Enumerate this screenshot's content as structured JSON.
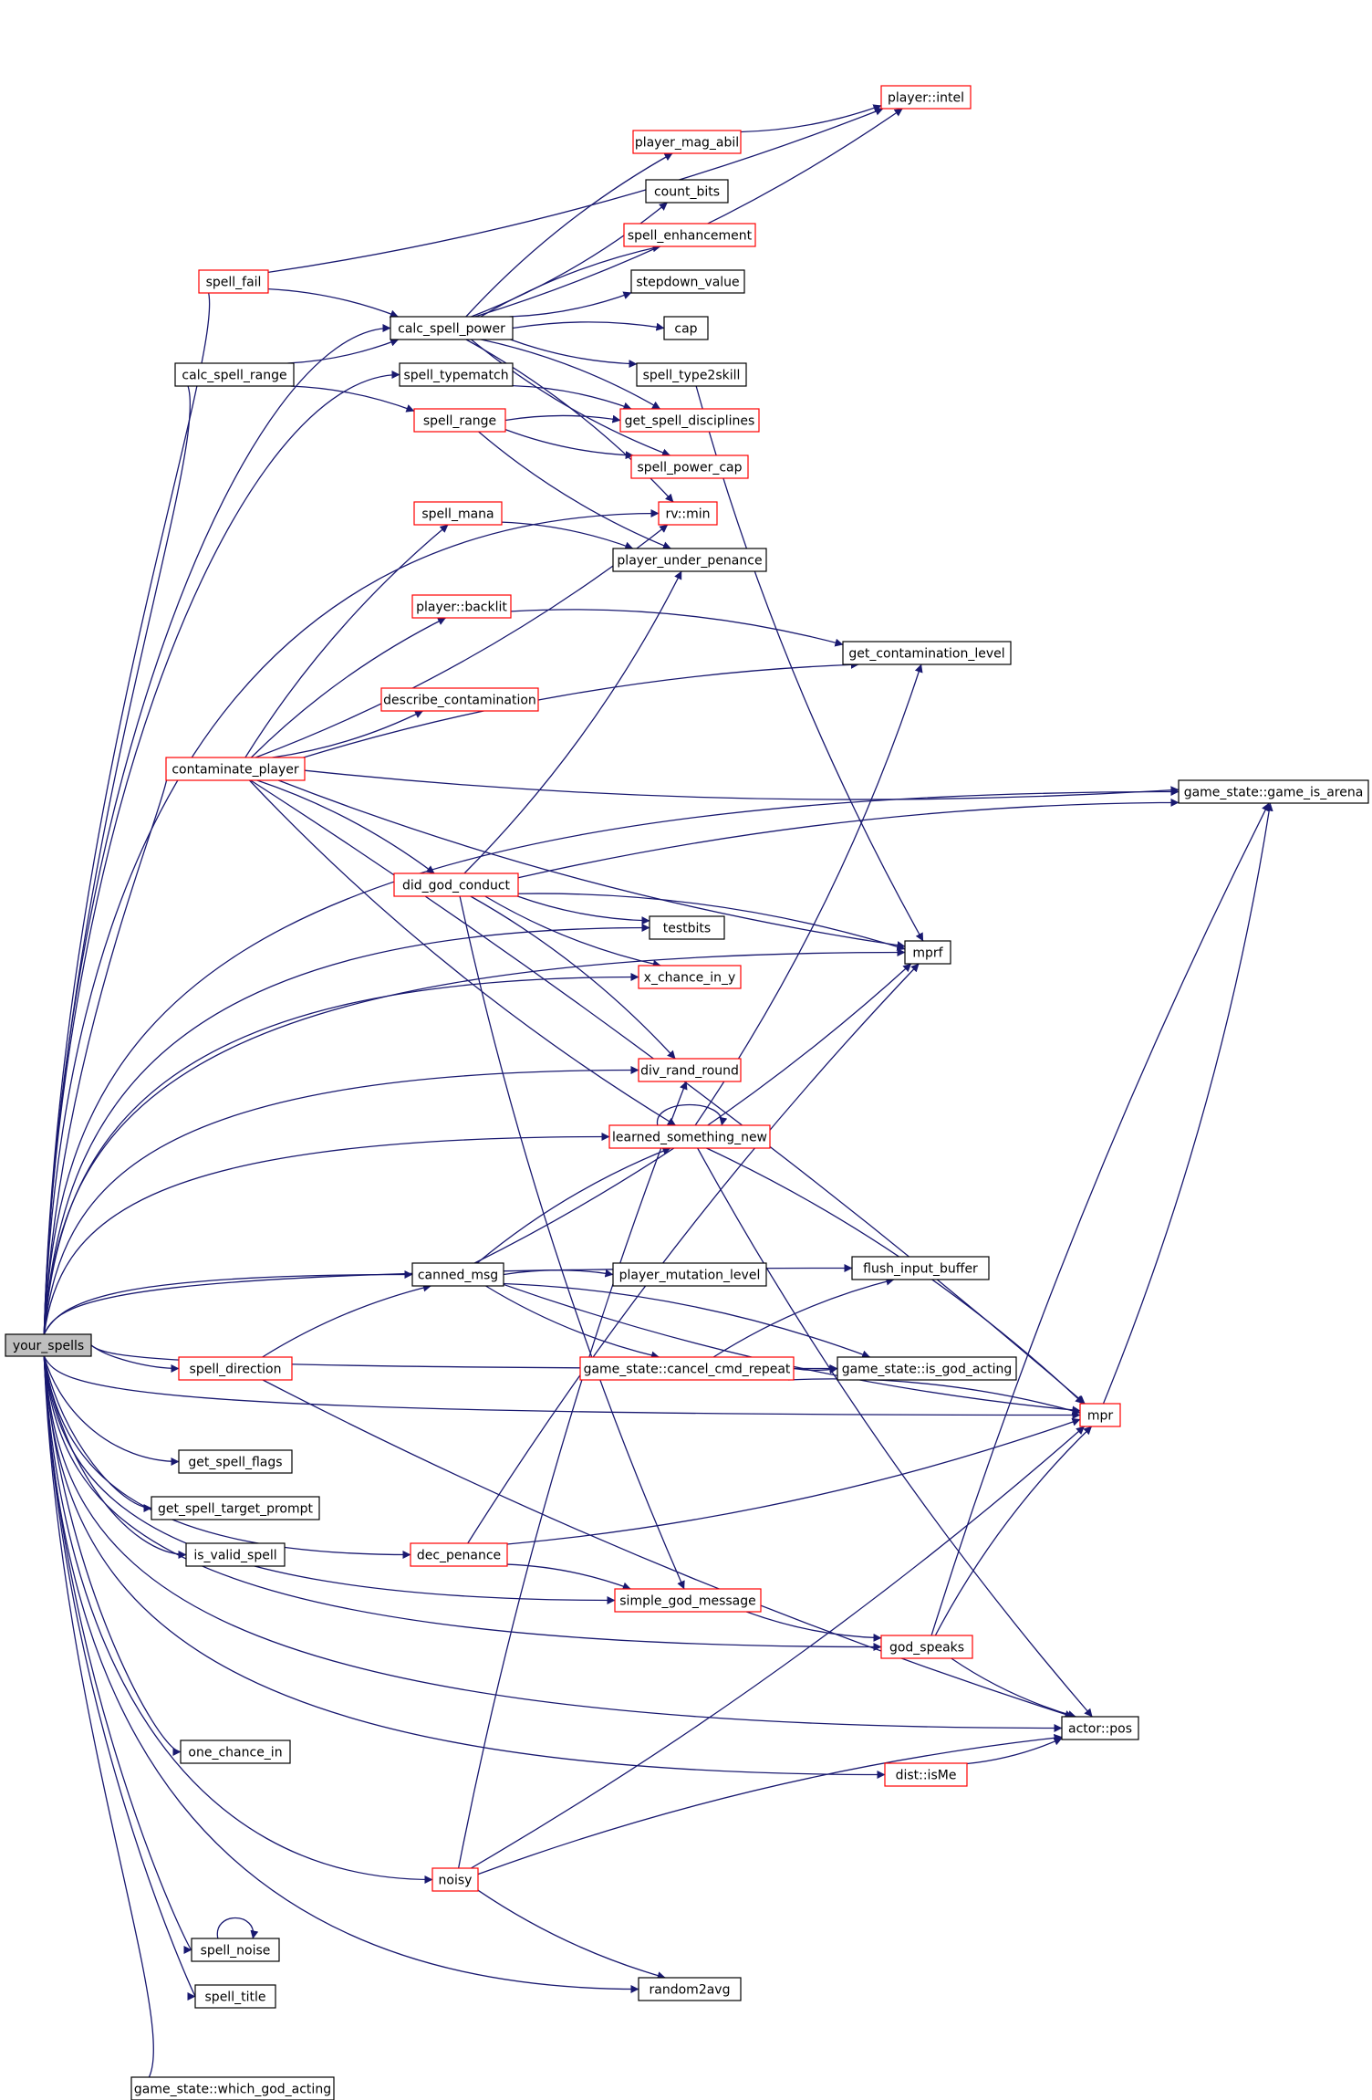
{
  "graph": {
    "title": "",
    "colors": {
      "edge": "#191970",
      "root_fill": "#bfbfbf",
      "linked_border": "#ff0000",
      "plain_border": "#000000",
      "text": "#000000"
    },
    "nodes": [
      {
        "id": "your_spells",
        "label": "your_spells",
        "kind": "root"
      },
      {
        "id": "spell_fail",
        "label": "spell_fail",
        "kind": "red"
      },
      {
        "id": "calc_spell_range",
        "label": "calc_spell_range",
        "kind": "black"
      },
      {
        "id": "calc_spell_power",
        "label": "calc_spell_power",
        "kind": "black"
      },
      {
        "id": "spell_typematch",
        "label": "spell_typematch",
        "kind": "black"
      },
      {
        "id": "spell_range",
        "label": "spell_range",
        "kind": "red"
      },
      {
        "id": "spell_mana",
        "label": "spell_mana",
        "kind": "red"
      },
      {
        "id": "player_intel",
        "label": "player::intel",
        "kind": "red"
      },
      {
        "id": "player_mag_abil",
        "label": "player_mag_abil",
        "kind": "red"
      },
      {
        "id": "count_bits",
        "label": "count_bits",
        "kind": "black"
      },
      {
        "id": "spell_enhancement",
        "label": "spell_enhancement",
        "kind": "red"
      },
      {
        "id": "stepdown_value",
        "label": "stepdown_value",
        "kind": "black"
      },
      {
        "id": "cap",
        "label": "cap",
        "kind": "black"
      },
      {
        "id": "spell_type2skill",
        "label": "spell_type2skill",
        "kind": "black"
      },
      {
        "id": "get_spell_disciplines",
        "label": "get_spell_disciplines",
        "kind": "red"
      },
      {
        "id": "spell_power_cap",
        "label": "spell_power_cap",
        "kind": "red"
      },
      {
        "id": "rv_min",
        "label": "rv::min",
        "kind": "red"
      },
      {
        "id": "player_under_penance",
        "label": "player_under_penance",
        "kind": "black"
      },
      {
        "id": "player_backlit",
        "label": "player::backlit",
        "kind": "red"
      },
      {
        "id": "get_contamination_level",
        "label": "get_contamination_level",
        "kind": "black"
      },
      {
        "id": "describe_contamination",
        "label": "describe_contamination",
        "kind": "red"
      },
      {
        "id": "contaminate_player",
        "label": "contaminate_player",
        "kind": "red"
      },
      {
        "id": "game_is_arena",
        "label": "game_state::game_is_arena",
        "kind": "black"
      },
      {
        "id": "did_god_conduct",
        "label": "did_god_conduct",
        "kind": "red"
      },
      {
        "id": "testbits",
        "label": "testbits",
        "kind": "black"
      },
      {
        "id": "mprf",
        "label": "mprf",
        "kind": "black"
      },
      {
        "id": "x_chance_in_y",
        "label": "x_chance_in_y",
        "kind": "red"
      },
      {
        "id": "div_rand_round",
        "label": "div_rand_round",
        "kind": "red"
      },
      {
        "id": "learned_something_new",
        "label": "learned_something_new",
        "kind": "red"
      },
      {
        "id": "canned_msg",
        "label": "canned_msg",
        "kind": "black"
      },
      {
        "id": "flush_input_buffer",
        "label": "flush_input_buffer",
        "kind": "black"
      },
      {
        "id": "player_mutation_level",
        "label": "player_mutation_level",
        "kind": "black"
      },
      {
        "id": "spell_direction",
        "label": "spell_direction",
        "kind": "red"
      },
      {
        "id": "cancel_cmd_repeat",
        "label": "game_state::cancel_cmd_repeat",
        "kind": "red"
      },
      {
        "id": "is_god_acting",
        "label": "game_state::is_god_acting",
        "kind": "black"
      },
      {
        "id": "mpr",
        "label": "mpr",
        "kind": "red"
      },
      {
        "id": "get_spell_flags",
        "label": "get_spell_flags",
        "kind": "black"
      },
      {
        "id": "get_spell_target_prompt",
        "label": "get_spell_target_prompt",
        "kind": "black"
      },
      {
        "id": "is_valid_spell",
        "label": "is_valid_spell",
        "kind": "black"
      },
      {
        "id": "dec_penance",
        "label": "dec_penance",
        "kind": "red"
      },
      {
        "id": "simple_god_message",
        "label": "simple_god_message",
        "kind": "red"
      },
      {
        "id": "god_speaks",
        "label": "god_speaks",
        "kind": "red"
      },
      {
        "id": "actor_pos",
        "label": "actor::pos",
        "kind": "black"
      },
      {
        "id": "one_chance_in",
        "label": "one_chance_in",
        "kind": "black"
      },
      {
        "id": "dist_isMe",
        "label": "dist::isMe",
        "kind": "red"
      },
      {
        "id": "noisy",
        "label": "noisy",
        "kind": "red"
      },
      {
        "id": "spell_noise",
        "label": "spell_noise",
        "kind": "black"
      },
      {
        "id": "random2avg",
        "label": "random2avg",
        "kind": "black"
      },
      {
        "id": "spell_title",
        "label": "spell_title",
        "kind": "black"
      },
      {
        "id": "which_god_acting",
        "label": "game_state::which_god_acting",
        "kind": "black"
      }
    ],
    "edges": [
      [
        "your_spells",
        "game_is_arena"
      ],
      [
        "your_spells",
        "spell_fail"
      ],
      [
        "your_spells",
        "calc_spell_power"
      ],
      [
        "your_spells",
        "calc_spell_range"
      ],
      [
        "your_spells",
        "spell_typematch"
      ],
      [
        "your_spells",
        "rv_min"
      ],
      [
        "your_spells",
        "contaminate_player"
      ],
      [
        "your_spells",
        "testbits"
      ],
      [
        "your_spells",
        "x_chance_in_y"
      ],
      [
        "your_spells",
        "mprf"
      ],
      [
        "your_spells",
        "div_rand_round"
      ],
      [
        "your_spells",
        "learned_something_new"
      ],
      [
        "your_spells",
        "flush_input_buffer"
      ],
      [
        "your_spells",
        "canned_msg"
      ],
      [
        "your_spells",
        "spell_direction"
      ],
      [
        "your_spells",
        "is_god_acting"
      ],
      [
        "your_spells",
        "mpr"
      ],
      [
        "your_spells",
        "get_spell_flags"
      ],
      [
        "your_spells",
        "get_spell_target_prompt"
      ],
      [
        "your_spells",
        "is_valid_spell"
      ],
      [
        "your_spells",
        "dec_penance"
      ],
      [
        "your_spells",
        "simple_god_message"
      ],
      [
        "your_spells",
        "god_speaks"
      ],
      [
        "your_spells",
        "one_chance_in"
      ],
      [
        "your_spells",
        "dist_isMe"
      ],
      [
        "your_spells",
        "actor_pos"
      ],
      [
        "your_spells",
        "noisy"
      ],
      [
        "your_spells",
        "spell_noise"
      ],
      [
        "your_spells",
        "spell_title"
      ],
      [
        "your_spells",
        "random2avg"
      ],
      [
        "your_spells",
        "which_god_acting"
      ],
      [
        "spell_fail",
        "player_intel"
      ],
      [
        "spell_fail",
        "calc_spell_power"
      ],
      [
        "calc_spell_range",
        "calc_spell_power"
      ],
      [
        "calc_spell_range",
        "spell_range"
      ],
      [
        "calc_spell_power",
        "player_intel"
      ],
      [
        "calc_spell_power",
        "player_mag_abil"
      ],
      [
        "calc_spell_power",
        "count_bits"
      ],
      [
        "calc_spell_power",
        "spell_enhancement"
      ],
      [
        "calc_spell_power",
        "stepdown_value"
      ],
      [
        "calc_spell_power",
        "cap"
      ],
      [
        "calc_spell_power",
        "spell_type2skill"
      ],
      [
        "calc_spell_power",
        "get_spell_disciplines"
      ],
      [
        "calc_spell_power",
        "spell_power_cap"
      ],
      [
        "calc_spell_power",
        "rv_min"
      ],
      [
        "player_mag_abil",
        "player_intel"
      ],
      [
        "spell_typematch",
        "get_spell_disciplines"
      ],
      [
        "spell_range",
        "spell_power_cap"
      ],
      [
        "spell_range",
        "get_spell_disciplines"
      ],
      [
        "spell_range",
        "player_under_penance"
      ],
      [
        "spell_mana",
        "player_under_penance"
      ],
      [
        "spell_type2skill",
        "mprf"
      ],
      [
        "contaminate_player",
        "spell_mana"
      ],
      [
        "contaminate_player",
        "rv_min"
      ],
      [
        "contaminate_player",
        "player_backlit"
      ],
      [
        "contaminate_player",
        "describe_contamination"
      ],
      [
        "contaminate_player",
        "get_contamination_level"
      ],
      [
        "contaminate_player",
        "game_is_arena"
      ],
      [
        "contaminate_player",
        "did_god_conduct"
      ],
      [
        "contaminate_player",
        "mprf"
      ],
      [
        "contaminate_player",
        "mpr"
      ],
      [
        "contaminate_player",
        "learned_something_new"
      ],
      [
        "player_backlit",
        "get_contamination_level"
      ],
      [
        "did_god_conduct",
        "player_under_penance"
      ],
      [
        "did_god_conduct",
        "game_is_arena"
      ],
      [
        "did_god_conduct",
        "testbits"
      ],
      [
        "did_god_conduct",
        "mprf"
      ],
      [
        "did_god_conduct",
        "x_chance_in_y"
      ],
      [
        "did_god_conduct",
        "div_rand_round"
      ],
      [
        "did_god_conduct",
        "simple_god_message"
      ],
      [
        "learned_something_new",
        "learned_something_new"
      ],
      [
        "learned_something_new",
        "get_contamination_level"
      ],
      [
        "learned_something_new",
        "mpr"
      ],
      [
        "learned_something_new",
        "actor_pos"
      ],
      [
        "canned_msg",
        "learned_something_new"
      ],
      [
        "canned_msg",
        "mprf"
      ],
      [
        "canned_msg",
        "player_mutation_level"
      ],
      [
        "canned_msg",
        "cancel_cmd_repeat"
      ],
      [
        "canned_msg",
        "is_god_acting"
      ],
      [
        "canned_msg",
        "mpr"
      ],
      [
        "spell_direction",
        "canned_msg"
      ],
      [
        "spell_direction",
        "actor_pos"
      ],
      [
        "cancel_cmd_repeat",
        "flush_input_buffer"
      ],
      [
        "cancel_cmd_repeat",
        "is_god_acting"
      ],
      [
        "cancel_cmd_repeat",
        "mpr"
      ],
      [
        "mpr",
        "game_is_arena"
      ],
      [
        "dec_penance",
        "mprf"
      ],
      [
        "dec_penance",
        "mpr"
      ],
      [
        "dec_penance",
        "simple_god_message"
      ],
      [
        "simple_god_message",
        "god_speaks"
      ],
      [
        "god_speaks",
        "mpr"
      ],
      [
        "god_speaks",
        "actor_pos"
      ],
      [
        "god_speaks",
        "game_is_arena"
      ],
      [
        "dist_isMe",
        "actor_pos"
      ],
      [
        "noisy",
        "div_rand_round"
      ],
      [
        "noisy",
        "mpr"
      ],
      [
        "noisy",
        "actor_pos"
      ],
      [
        "noisy",
        "random2avg"
      ],
      [
        "spell_noise",
        "spell_noise"
      ]
    ]
  }
}
